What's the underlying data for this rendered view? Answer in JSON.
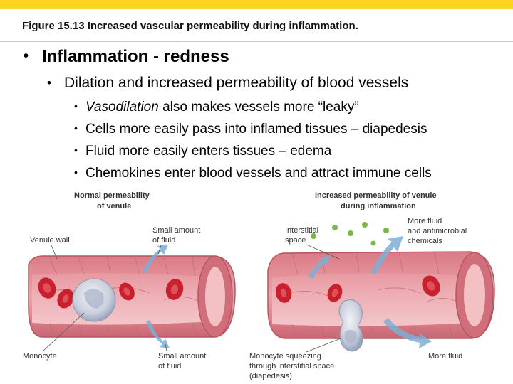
{
  "slide": {
    "figure_title": "Figure 15.13  Increased vascular permeability during inflammation.",
    "bullet_main": "Inflammation - redness",
    "bullet_sub": "Dilation and increased permeability of blood vessels",
    "points": [
      {
        "lead": "Vasodilation",
        "rest": " also makes vessels more “leaky”"
      },
      {
        "lead": "Cells more easily pass into inflamed tissues – ",
        "term": "diapedesis"
      },
      {
        "lead": "Fluid more easily enters tissues – ",
        "term": "edema"
      },
      {
        "lead": "Chemokines enter blood vessels and attract immune cells"
      }
    ],
    "bullet_char": "•"
  },
  "figure": {
    "left_title": [
      "Normal permeability",
      "of venule"
    ],
    "right_title": [
      "Increased permeability of venule",
      "during inflammation"
    ],
    "left_labels": {
      "venule_wall": "Venule wall",
      "small_fluid_top": [
        "Small amount",
        "of fluid"
      ],
      "monocyte": "Monocyte",
      "small_fluid_bottom": [
        "Small amount",
        "of fluid"
      ]
    },
    "right_labels": {
      "interstitial": [
        "Interstitial",
        "space"
      ],
      "more_fluid_top": [
        "More fluid",
        "and antimicrobial",
        "chemicals"
      ],
      "monocyte_squeezing": [
        "Monocyte squeezing",
        "through interstitial space",
        "(diapedesis)"
      ],
      "more_fluid_bottom": "More fluid"
    }
  },
  "colors": {
    "accent_bar": "#ffd320",
    "vessel": "#e8939c",
    "vessel_dark": "#b85560",
    "vessel_inner": "#f3c0c4",
    "rbc": "#c8202c",
    "monocyte": "#c9cfdc",
    "fluid": "#7faed4",
    "chemical": "#7ab648"
  }
}
